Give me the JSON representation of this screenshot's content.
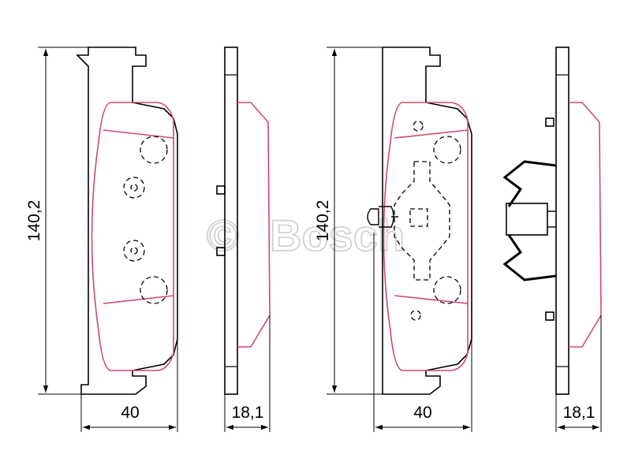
{
  "watermark": {
    "symbol": "©",
    "brand": "Bosch",
    "color": "#c8c8c8"
  },
  "views": {
    "pad_a_front": {
      "height_label": "140,2",
      "width_label": "40"
    },
    "pad_a_side": {
      "thickness_label": "18,1"
    },
    "pad_b_front": {
      "height_label": "140,2",
      "width_label": "40"
    },
    "pad_b_side": {
      "thickness_label": "18,1"
    }
  },
  "colors": {
    "outline": "#000000",
    "pad_outline": "#d04a6a",
    "dashed": "#000000",
    "background": "#ffffff"
  }
}
